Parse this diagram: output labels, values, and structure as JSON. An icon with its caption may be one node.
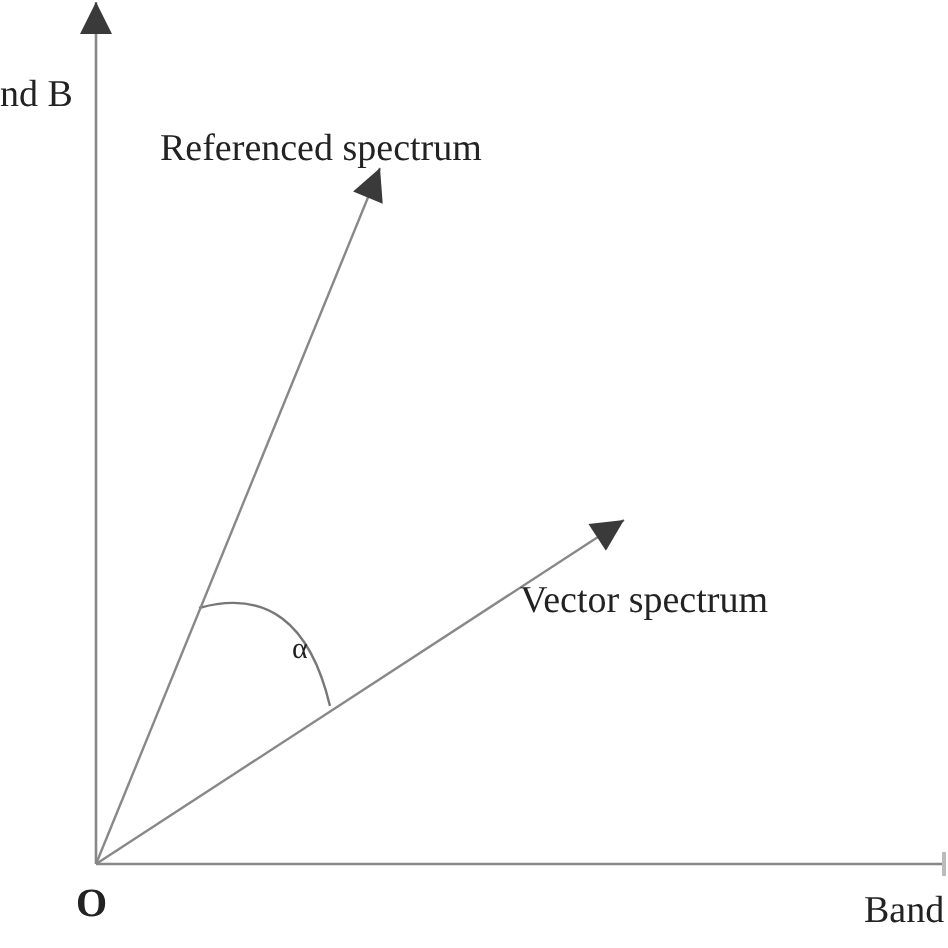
{
  "diagram": {
    "nodes": [
      {
        "text": [
          "O"
        ]
      },
      {
        "text": [
          "Referenced spectrum"
        ]
      },
      {
        "text": [
          "Vector spectrum"
        ]
      }
    ],
    "edges": [
      {
        "from": 0,
        "to": 1,
        "arrow": "to"
      },
      {
        "from": 0,
        "to": 2,
        "arrow": "to"
      }
    ],
    "labels": [
      "nd B",
      "Band",
      "α"
    ]
  }
}
